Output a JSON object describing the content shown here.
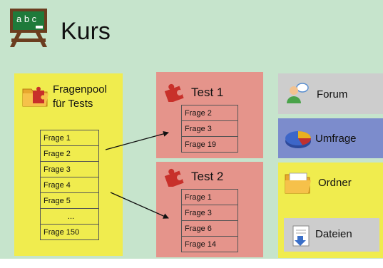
{
  "header": {
    "title": "Kurs",
    "icon": "chalkboard-abc-icon",
    "icon_text": "a b c"
  },
  "fragenpool": {
    "title_line1": "Fragenpool",
    "title_line2": "für Tests",
    "icon": "puzzle-folder-icon",
    "questions": [
      "Frage 1",
      "Frage 2",
      "Frage 3",
      "Frage 4",
      "Frage 5",
      "...",
      "Frage 150"
    ]
  },
  "tests": [
    {
      "title": "Test 1",
      "icon": "puzzle-icon",
      "questions": [
        "Frage 2",
        "Frage 3",
        "Frage 19"
      ]
    },
    {
      "title": "Test 2",
      "icon": "puzzle-icon",
      "questions": [
        "Frage 1",
        "Frage 3",
        "Frage 6",
        "Frage 14"
      ]
    }
  ],
  "activities": [
    {
      "label": "Forum",
      "icon": "forum-users-icon"
    },
    {
      "label": "Umfrage",
      "icon": "pie-chart-icon"
    },
    {
      "label": "Ordner",
      "icon": "folder-icon"
    },
    {
      "label": "Dateien",
      "icon": "download-file-icon"
    }
  ],
  "colors": {
    "background": "#c6e4cc",
    "yellow_panel": "#f0ec4e",
    "test_panel": "#e5948b",
    "gray_panel": "#cdcdcd",
    "blue_panel": "#7c8ccc",
    "puzzle_red": "#c8302a"
  }
}
